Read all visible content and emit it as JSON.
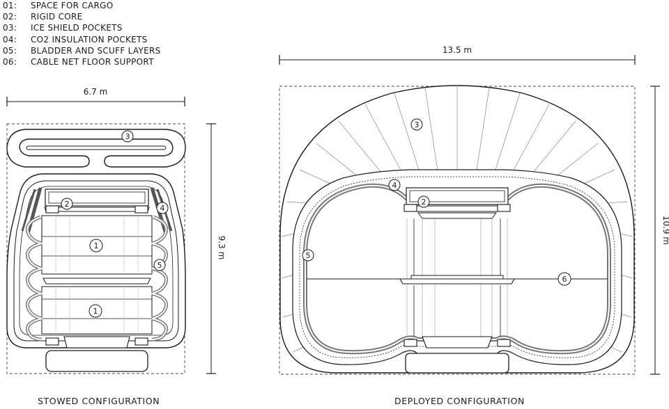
{
  "legend": [
    {
      "num": "01:",
      "label": "SPACE FOR CARGO"
    },
    {
      "num": "02:",
      "label": "RIGID CORE"
    },
    {
      "num": "03:",
      "label": "ICE SHIELD POCKETS"
    },
    {
      "num": "04:",
      "label": "CO2 INSULATION POCKETS"
    },
    {
      "num": "05:",
      "label": "BLADDER AND SCUFF LAYERS"
    },
    {
      "num": "06:",
      "label": "CABLE NET FLOOR SUPPORT"
    }
  ],
  "stowed": {
    "caption": "STOWED CONFIGURATION",
    "width_label": "6.7 m",
    "height_label": "9.3 m",
    "callouts": [
      "3",
      "2",
      "4",
      "1",
      "5",
      "1"
    ]
  },
  "deployed": {
    "caption": "DEPLOYED CONFIGURATION",
    "width_label": "13.5 m",
    "height_label": "10.9 m",
    "callouts": [
      "3",
      "4",
      "2",
      "5",
      "6"
    ]
  }
}
